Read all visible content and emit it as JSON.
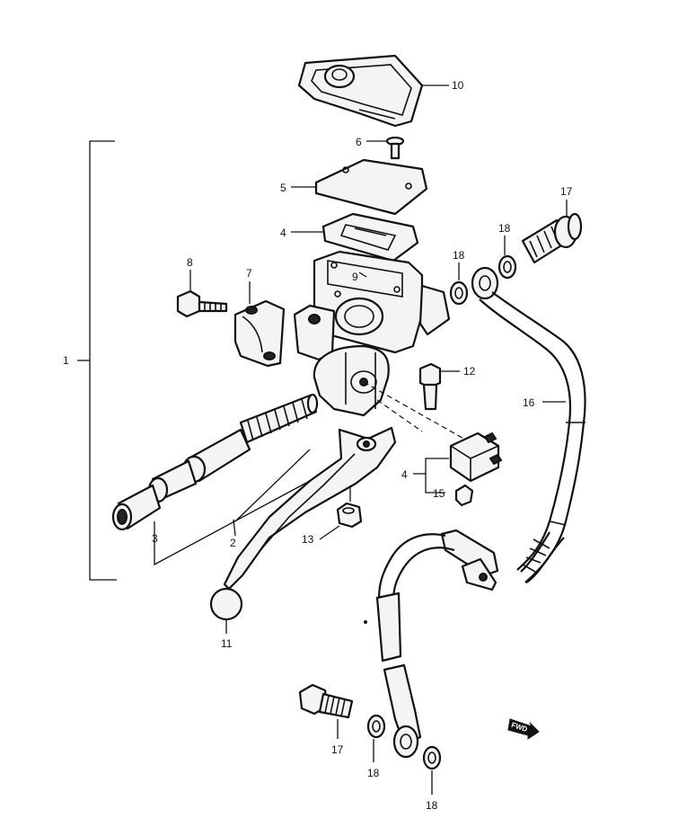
{
  "callouts": {
    "c1": "1",
    "c2": "2",
    "c3": "3",
    "c4a": "4",
    "c4b": "4",
    "c5": "5",
    "c6": "6",
    "c7": "7",
    "c8": "8",
    "c9": "9",
    "c10": "10",
    "c11": "11",
    "c12": "12",
    "c13": "13",
    "c15": "15",
    "c16": "16",
    "c17a": "17",
    "c17b": "17",
    "c18a": "18",
    "c18b": "18",
    "c18c": "18",
    "c18d": "18"
  },
  "fwd_label": "FWD"
}
